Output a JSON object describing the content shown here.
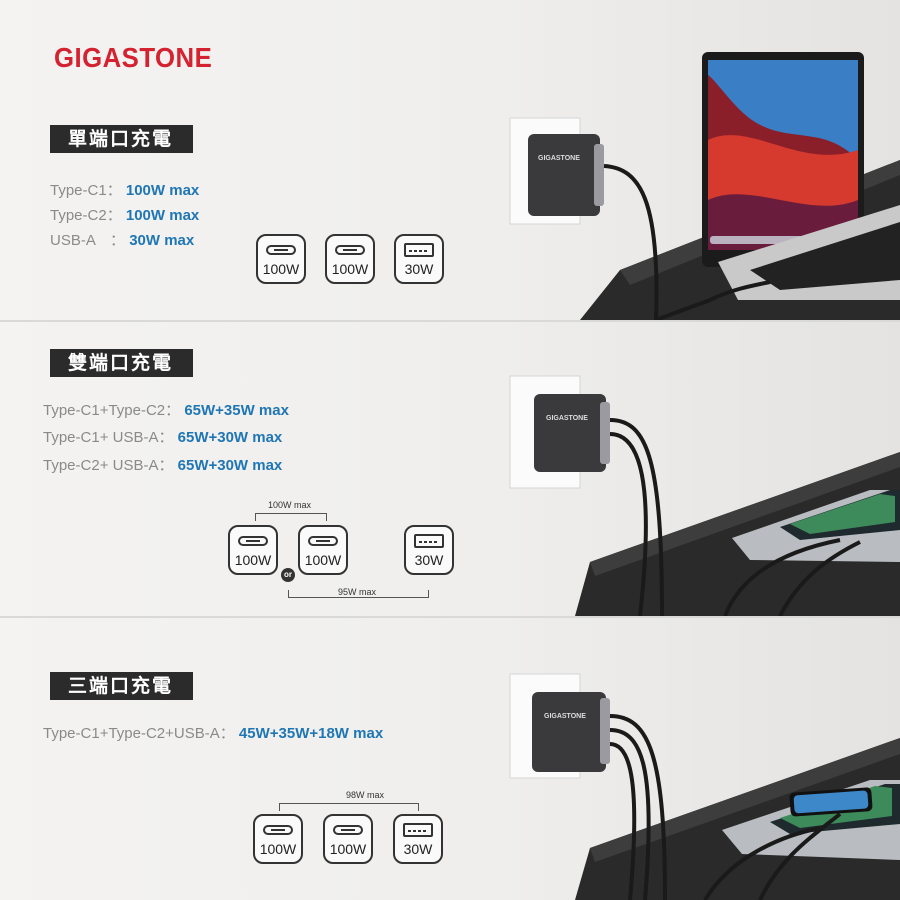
{
  "brand": {
    "name": "GIGASTONE",
    "color": "#d42230"
  },
  "accent_color": "#1f76b4",
  "sections": [
    {
      "title": "單端口充電",
      "specs": [
        {
          "key": "Type-C1：",
          "value": "100W max"
        },
        {
          "key": "Type-C2：",
          "value": "100W max"
        },
        {
          "key": "USB-A　：",
          "value": "30W max"
        }
      ],
      "ports": [
        "100W",
        "100W",
        "30W"
      ]
    },
    {
      "title": "雙端口充電",
      "specs": [
        {
          "key": "Type-C1+Type-C2：",
          "value": "65W+35W max"
        },
        {
          "key": "Type-C1+ USB-A：",
          "value": "65W+30W max"
        },
        {
          "key": "Type-C2+ USB-A：",
          "value": "65W+30W max"
        }
      ],
      "ports": [
        "100W",
        "100W",
        "30W"
      ],
      "top_bracket": "100W max",
      "or_label": "or",
      "bottom_bracket": "95W max"
    },
    {
      "title": "三端口充電",
      "specs": [
        {
          "key": "Type-C1+Type-C2+USB-A：",
          "value": "45W+35W+18W  max"
        }
      ],
      "ports": [
        "100W",
        "100W",
        "30W"
      ],
      "top_bracket": "98W max"
    }
  ],
  "charger_label": "GIGASTONE"
}
